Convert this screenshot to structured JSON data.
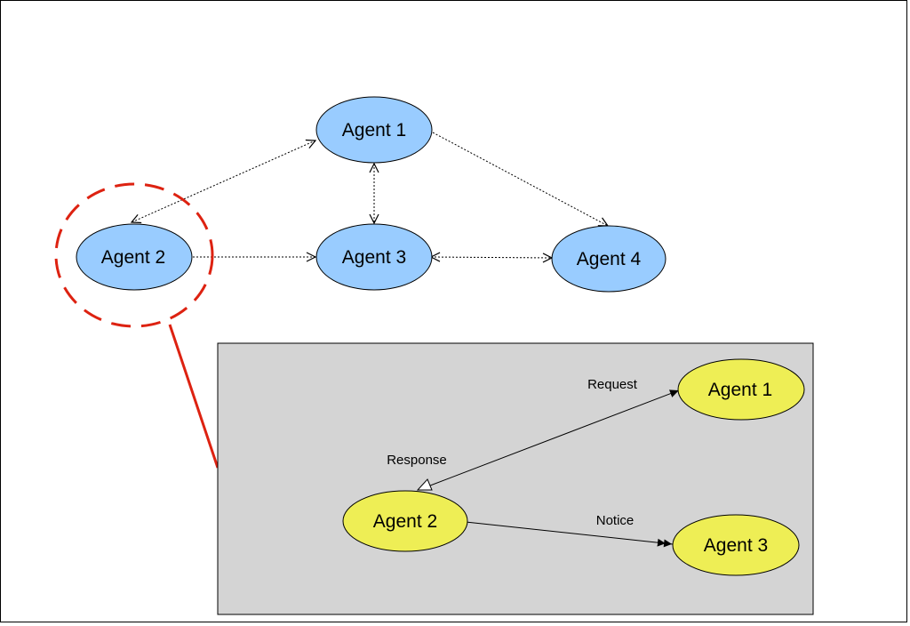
{
  "overview": {
    "nodes": [
      {
        "id": "a1",
        "label": "Agent 1"
      },
      {
        "id": "a2",
        "label": "Agent 2"
      },
      {
        "id": "a3",
        "label": "Agent 3"
      },
      {
        "id": "a4",
        "label": "Agent 4"
      }
    ],
    "edges": [
      {
        "from": "a1",
        "to": "a2",
        "direction": "both"
      },
      {
        "from": "a1",
        "to": "a3",
        "direction": "both"
      },
      {
        "from": "a1",
        "to": "a4",
        "direction": "forward"
      },
      {
        "from": "a2",
        "to": "a3",
        "direction": "forward"
      },
      {
        "from": "a3",
        "to": "a4",
        "direction": "both"
      }
    ],
    "highlighted_node": "a2"
  },
  "detail": {
    "nodes": [
      {
        "id": "d2",
        "label": "Agent 2"
      },
      {
        "id": "d1",
        "label": "Agent 1"
      },
      {
        "id": "d3",
        "label": "Agent 3"
      }
    ],
    "edges": [
      {
        "from": "d2",
        "to": "d1",
        "label": "Request"
      },
      {
        "from": "d1",
        "to": "d2",
        "label": "Response"
      },
      {
        "from": "d2",
        "to": "d3",
        "label": "Notice"
      }
    ]
  },
  "colors": {
    "overview_node_fill": "#99ccff",
    "detail_node_fill": "#eeee55",
    "detail_panel_fill": "#d4d4d4",
    "highlight": "#dd2211"
  }
}
